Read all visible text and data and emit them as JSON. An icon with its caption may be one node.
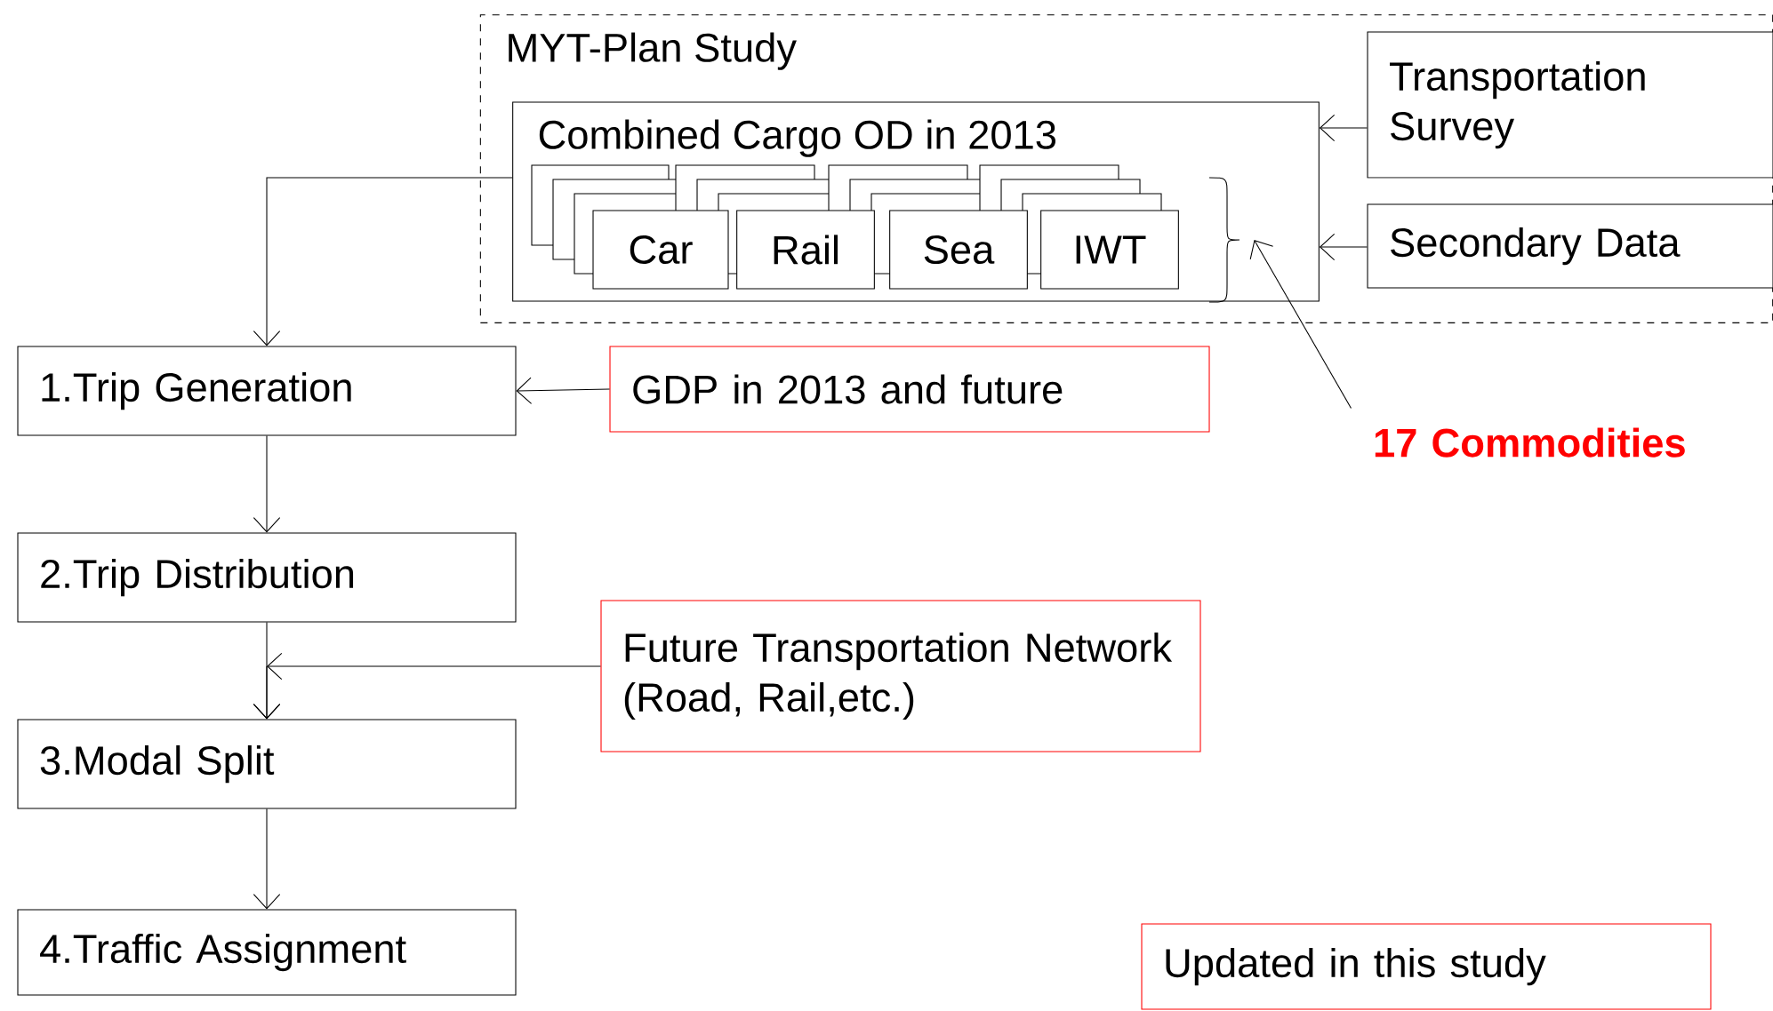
{
  "diagram": {
    "nodes": [
      {
        "text": [
          "MYT-Plan Study"
        ]
      },
      {
        "text": [
          "Combined Cargo OD in 2013"
        ],
        "in": 0
      },
      {
        "text": [
          "Car"
        ],
        "in": 1
      },
      {
        "text": [
          "Rail"
        ],
        "in": 1
      },
      {
        "text": [
          "Sea"
        ],
        "in": 1
      },
      {
        "text": [
          "IWT"
        ],
        "in": 1
      },
      {
        "text": [
          "Transportation Survey"
        ],
        "in": 0
      },
      {
        "text": [
          "Secondary Data"
        ],
        "in": 0
      },
      {
        "text": [
          "1.Trip Generation"
        ]
      },
      {
        "text": [
          "GDP in 2013 and future"
        ]
      },
      {
        "text": [
          "2.Trip Distribution"
        ]
      },
      {
        "text": [
          "Future Transportation Network (Road, Rail,etc.)"
        ]
      },
      {
        "text": [
          "3.Modal Split"
        ]
      },
      {
        "text": [
          "4.Traffic Assignment"
        ]
      },
      {
        "text": [
          "17 Commodities"
        ]
      },
      {
        "text": [],
        "shape": "bracket",
        "in": 1
      }
    ],
    "edges": [
      {
        "from": 1,
        "to": 8,
        "arrow": "to"
      },
      {
        "from": 6,
        "to": 1,
        "arrow": "to"
      },
      {
        "from": 7,
        "to": 1,
        "arrow": "to"
      },
      {
        "from": 9,
        "to": 8,
        "arrow": "to"
      },
      {
        "from": 8,
        "to": 10,
        "arrow": "to"
      },
      {
        "from": 10,
        "to": 12,
        "arrow": "to"
      },
      {
        "from": 11,
        "to": 12,
        "arrow": "to"
      },
      {
        "from": 12,
        "to": 13,
        "arrow": "to"
      },
      {
        "from": 14,
        "to": 15,
        "arrow": "to"
      }
    ],
    "legend": [
      {
        "text": "Updated in this study"
      }
    ]
  }
}
